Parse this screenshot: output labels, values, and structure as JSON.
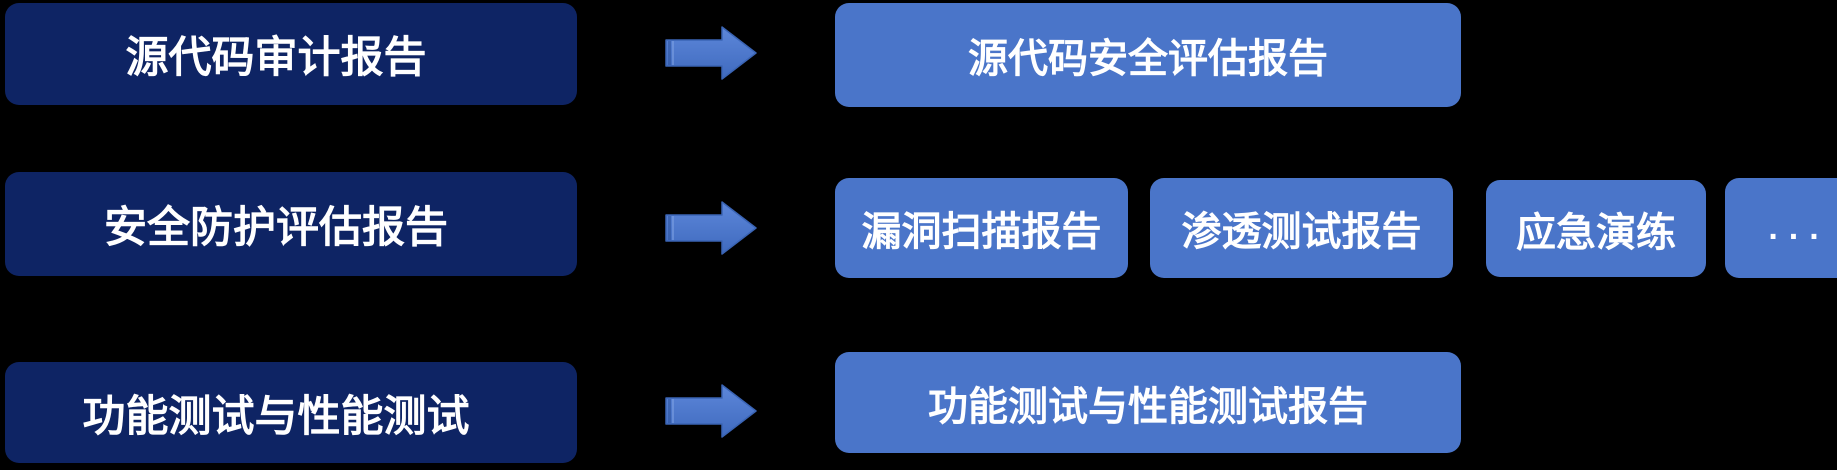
{
  "diagram": {
    "type": "flow-diagram",
    "colors": {
      "background": "#000000",
      "source_box": "#0e2464",
      "output_box": "#4a75c9",
      "box_text": "#ffffff",
      "arrow_fill_top": "#5d87da",
      "arrow_fill_bottom": "#3f6abe",
      "arrow_outline": "#3a64b4"
    },
    "arrow_icon": "right-block-arrow",
    "rows": [
      {
        "source": {
          "label": "源代码审计报告"
        },
        "outputs": [
          {
            "label": "源代码安全评估报告"
          }
        ]
      },
      {
        "source": {
          "label": "安全防护评估报告"
        },
        "outputs": [
          {
            "label": "漏洞扫描报告"
          },
          {
            "label": "渗透测试报告"
          },
          {
            "label": "应急演练"
          },
          {
            "label": "..."
          }
        ]
      },
      {
        "source": {
          "label": "功能测试与性能测试"
        },
        "outputs": [
          {
            "label": "功能测试与性能测试报告"
          }
        ]
      }
    ]
  }
}
